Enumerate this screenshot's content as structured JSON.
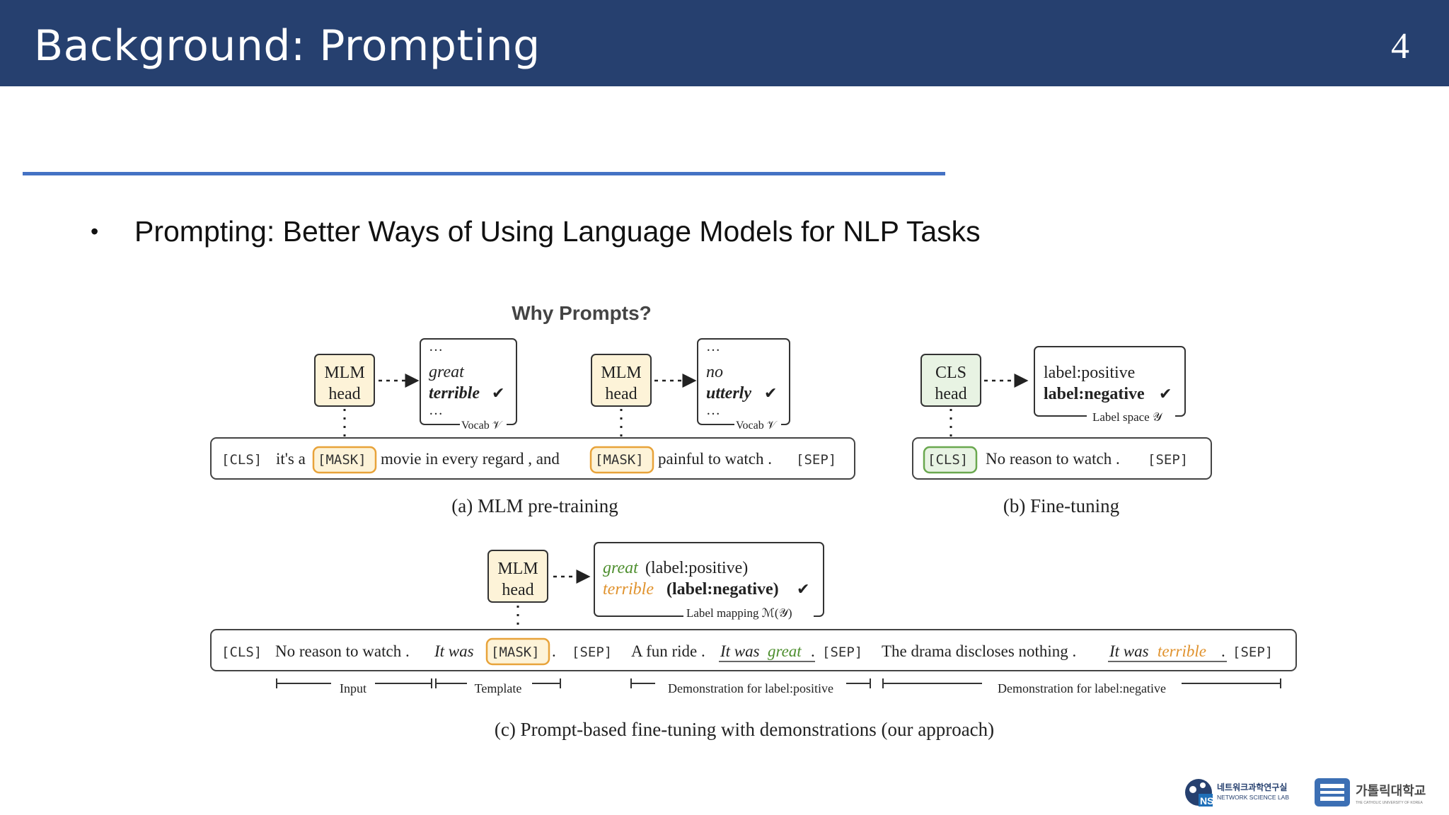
{
  "slide": {
    "title": "Background: Prompting",
    "page_number": "4"
  },
  "bullet": {
    "text": "Prompting: Better Ways of Using Language Models for NLP Tasks"
  },
  "figure": {
    "title": "Why Prompts?",
    "panel_a": {
      "caption": "(a) MLM pre-training",
      "head1": [
        "MLM",
        "head"
      ],
      "vocab1": {
        "top": "…",
        "word1": "great",
        "word2": "terrible",
        "check": "✔",
        "bottom": "…",
        "label": "Vocab 𝒱"
      },
      "head2": [
        "MLM",
        "head"
      ],
      "vocab2": {
        "top": "…",
        "word1": "no",
        "word2": "utterly",
        "check": "✔",
        "bottom": "…",
        "label": "Vocab 𝒱"
      },
      "sentence": {
        "cls": "[CLS]",
        "t1": "it's a",
        "mask1": "[MASK]",
        "t2": "movie in every regard , and",
        "mask2": "[MASK]",
        "t3": "painful to watch .",
        "sep": "[SEP]"
      }
    },
    "panel_b": {
      "caption": "(b) Fine-tuning",
      "head": [
        "CLS",
        "head"
      ],
      "labels": {
        "label1": "label:positive",
        "label2": "label:negative",
        "check": "✔",
        "space_label": "Label space 𝒴"
      },
      "sentence": {
        "cls": "[CLS]",
        "text": "No reason to watch .",
        "sep": "[SEP]"
      }
    },
    "panel_c": {
      "caption": "(c) Prompt-based fine-tuning with demonstrations (our approach)",
      "head": [
        "MLM",
        "head"
      ],
      "mapping": {
        "word1": "great",
        "label1": "(label:positive)",
        "word2": "terrible",
        "label2": "(label:negative)",
        "check": "✔",
        "mapping_label": "Label mapping ℳ(𝒴)"
      },
      "sentence": {
        "cls": "[CLS]",
        "input": "No reason to watch .",
        "template": "It was",
        "mask": "[MASK]",
        "dot1": ".",
        "sep1": "[SEP]",
        "demo1": "A fun ride .",
        "it_was1": "It was",
        "great": "great",
        "dot2": ".",
        "sep2": "[SEP]",
        "demo2": "The drama discloses nothing .",
        "it_was2": "It was",
        "terrible": "terrible",
        "dot3": ".",
        "sep3": "[SEP]"
      },
      "spans": {
        "input": "Input",
        "template": "Template",
        "demo_pos": "Demonstration for label:positive",
        "demo_neg": "Demonstration for label:negative"
      }
    }
  },
  "logos": {
    "lab_korean": "네트워크과학연구실",
    "lab_english": "NETWORK SCIENCE LAB",
    "lab_mark": "NS",
    "univ_korean": "가톨릭대학교",
    "univ_english": "THE CATHOLIC UNIVERSITY OF KOREA"
  },
  "colors": {
    "header": "#26406f",
    "rule": "#4472c4",
    "mlm_fill": "#fdf3d8",
    "cls_fill": "#e8f3e3",
    "mask_outline": "#e8a33a",
    "cls_outline": "#6aa84f",
    "great_green": "#4e8f2f",
    "terrible_orange": "#e0922d"
  }
}
